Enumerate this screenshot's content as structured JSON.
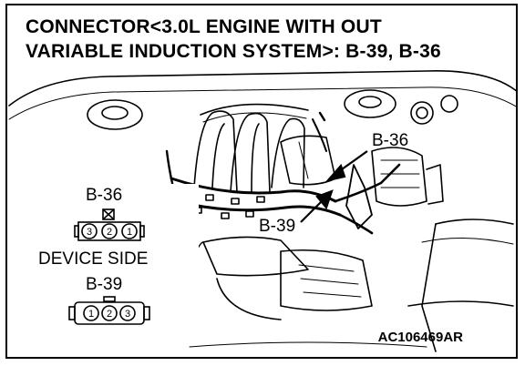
{
  "title": {
    "line1": "CONNECTOR<3.0L ENGINE WITH OUT",
    "line2": "VARIABLE INDUCTION SYSTEM>: B-39, B-36"
  },
  "callouts": {
    "b36_engine": "B-36",
    "b39_engine": "B-39"
  },
  "connector_panel": {
    "b36_label": "B-36",
    "b36_pins": [
      "3",
      "2",
      "1"
    ],
    "device_side": "DEVICE SIDE",
    "b39_label": "B-39",
    "b39_pins": [
      "1",
      "2",
      "3"
    ]
  },
  "reference_code": "AC106469AR"
}
